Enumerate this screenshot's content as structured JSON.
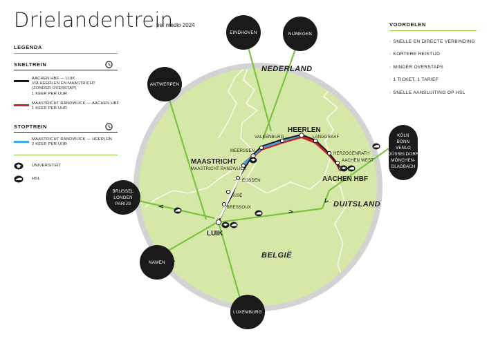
{
  "header": {
    "title": "Drielandentrein",
    "subtitle": "per medio 2024"
  },
  "legend": {
    "heading": "LEGENDA",
    "sneltrein_heading": "SNELTREIN",
    "sneltrein_items": [
      {
        "color": "#1a1a1a",
        "lines": [
          "AACHEN HBF — LUIK",
          "VIA HEERLEN EN MAASTRICHT",
          "(ZONDER OVERSTAP)",
          "1 KEER PER UUR"
        ]
      },
      {
        "color": "#c6262e",
        "lines": [
          "MAASTRICHT RANDWIJCK — AACHEN HBF",
          "1 KEER PER UUR"
        ]
      }
    ],
    "stoptrein_heading": "STOPTREIN",
    "stoptrein_items": [
      {
        "color": "#3aa8e0",
        "lines": [
          "MAASTRICHT RANDWIJCK — HEERLEN",
          "2 KEER PER UUR"
        ]
      }
    ],
    "universiteit_label": "UNIVERSITEIT",
    "hsl_label": "HSL"
  },
  "advantages": {
    "heading": "VOORDELEN",
    "items": [
      "SNELLE EN DIRECTE VERBINDING",
      "KORTERE REISTIJD",
      "MINDER OVERSTAPS",
      "1 TICKET, 1 TARIEF",
      "SNELLE AANSLUITING OP HSL"
    ]
  },
  "map": {
    "countries": {
      "nl": "NEDERLAND",
      "de": "DUITSLAND",
      "be": "BELGIË"
    },
    "destinations": {
      "eindhoven": "EINDHOVEN",
      "nijmegen": "NIJMEGEN",
      "antwerpen": "ANTWERPEN",
      "brussel": [
        "BRUSSEL",
        "LONDEN",
        "PARIJS"
      ],
      "namen": "NAMEN",
      "luxemburg": "LUXEMBURG",
      "koln": [
        "KÖLN",
        "BONN",
        "VENLO",
        "DÜSSELDORF",
        "MÖNCHEN-",
        "GLADBACH"
      ]
    },
    "major_stations": {
      "heerlen": "HEERLEN",
      "maastricht": "MAASTRICHT",
      "aachen": "AACHEN HBF",
      "luik": "LUIK"
    },
    "minor_stations": {
      "valkenburg": "VALKENBURG",
      "landgraaf": "LANDGRAAF",
      "meerssen": "MEERSSEN",
      "maastricht_randwijck": "MAASTRICHT RANDWIJCK",
      "herzogenrath": "HERZOGENRATH",
      "aachen_west": "AACHEN WEST",
      "eijsden": "EIJSDEN",
      "vise": "VISÉ",
      "bressoux": "BRESSOUX"
    }
  },
  "colors": {
    "fast_black": "#1a1a1a",
    "fast_red": "#c6262e",
    "stop_blue": "#3aa8e0",
    "green_route": "#7cc142",
    "map_fill": "#d6e8a8",
    "ring": "#d3d3d3"
  }
}
